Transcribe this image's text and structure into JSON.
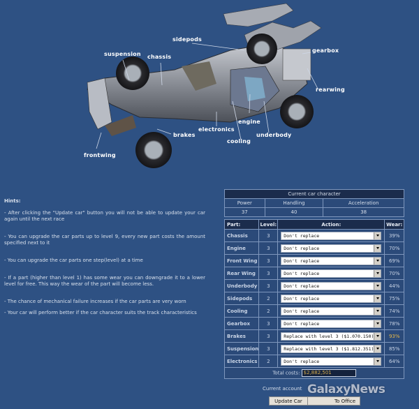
{
  "car_diagram": {
    "labels": [
      {
        "key": "sidepods",
        "text": "sidepods"
      },
      {
        "key": "gearbox",
        "text": "gearbox"
      },
      {
        "key": "suspension",
        "text": "suspension"
      },
      {
        "key": "chassis",
        "text": "chassis"
      },
      {
        "key": "rearwing",
        "text": "rearwing"
      },
      {
        "key": "engine",
        "text": "engine"
      },
      {
        "key": "electronics",
        "text": "electronics"
      },
      {
        "key": "brakes",
        "text": "brakes"
      },
      {
        "key": "underbody",
        "text": "underbody"
      },
      {
        "key": "cooling",
        "text": "cooling"
      },
      {
        "key": "frontwing",
        "text": "frontwing"
      }
    ]
  },
  "hints": {
    "title": "Hints:",
    "items": [
      "- After clicking the \"Update car\" button you will not be able to update your car again until the next race",
      "- You can upgrade the car parts up to level 9, every new part costs the amount specified next to it",
      "- You can upgrade the car parts one step(level) at a time",
      "- If a part (higher than level 1) has some wear you can downgrade it to a lower level for free. This way the wear of the part will become less.",
      "- The chance of mechanical failure increases if the car parts are very worn",
      "- Your car will perform better if the car character suits the track characteristics"
    ]
  },
  "character": {
    "title": "Current car character",
    "headers": [
      "Power",
      "Handling",
      "Acceleration"
    ],
    "values": [
      "37",
      "40",
      "38"
    ]
  },
  "parts_table": {
    "headers": {
      "part": "Part:",
      "level": "Level:",
      "action": "Action:",
      "wear": "Wear:"
    },
    "rows": [
      {
        "part": "Chassis",
        "level": "3",
        "action": "Don't replace",
        "wear": "39%"
      },
      {
        "part": "Engine",
        "level": "3",
        "action": "Don't replace",
        "wear": "70%"
      },
      {
        "part": "Front Wing",
        "level": "3",
        "action": "Don't replace",
        "wear": "69%"
      },
      {
        "part": "Rear Wing",
        "level": "3",
        "action": "Don't replace",
        "wear": "70%"
      },
      {
        "part": "Underbody",
        "level": "3",
        "action": "Don't replace",
        "wear": "44%"
      },
      {
        "part": "Sidepods",
        "level": "2",
        "action": "Don't replace",
        "wear": "75%"
      },
      {
        "part": "Cooling",
        "level": "2",
        "action": "Don't replace",
        "wear": "74%"
      },
      {
        "part": "Gearbox",
        "level": "3",
        "action": "Don't replace",
        "wear": "78%"
      },
      {
        "part": "Brakes",
        "level": "3",
        "action": "Replace with level 3 ($1.070.150)",
        "wear": "93%"
      },
      {
        "part": "Suspension",
        "level": "3",
        "action": "Replace with level 3 ($1.812.351)",
        "wear": "85%"
      },
      {
        "part": "Electronics",
        "level": "2",
        "action": "Don't replace",
        "wear": "64%"
      }
    ],
    "total_label": "Total costs:",
    "total_value": "$2,882,501"
  },
  "footer": {
    "account_label": "Current account",
    "update_button": "Update Car",
    "office_button": "To Office",
    "watermark": "GalaxyNews"
  },
  "colors": {
    "background": "#2e5183",
    "header_bg": "#1b2c4c",
    "row_bg": "#2b4a79",
    "warn_wear": "#e6b84a"
  }
}
